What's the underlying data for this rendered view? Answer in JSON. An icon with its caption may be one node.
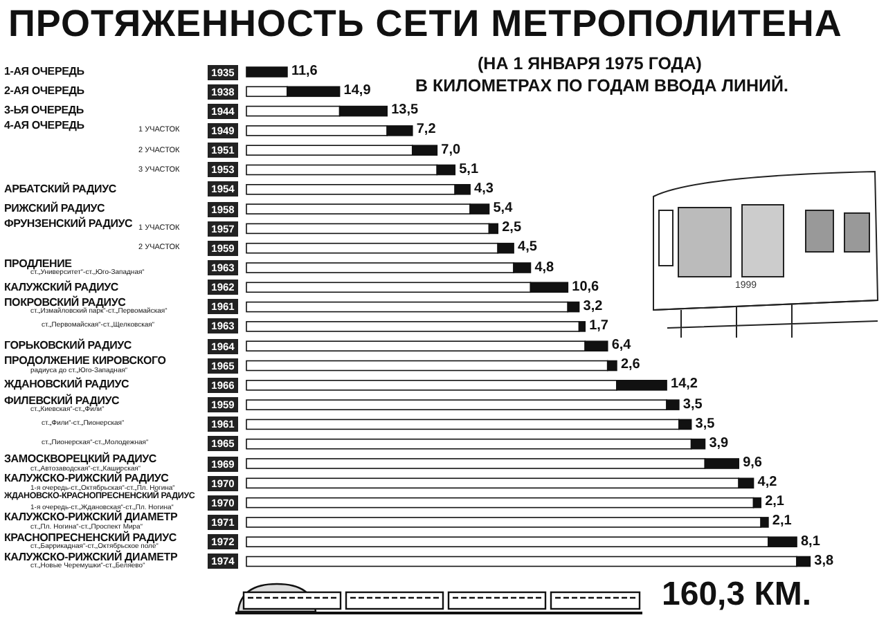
{
  "diagram": {
    "title": "ПРОТЯЖЕННОСТЬ СЕТИ МЕТРОПОЛИТЕНА",
    "labels": [
      "(НА 1 ЯНВАРЯ 1975 ГОДА)",
      "В КИЛОМЕТРАХ ПО ГОДАМ ВВОДА ЛИНИЙ.",
      "1-АЯ ОЧЕРЕДЬ",
      "2-АЯ ОЧЕРЕДЬ",
      "3-ЬЯ ОЧЕРЕДЬ",
      "4-АЯ ОЧЕРЕДЬ",
      "1 УЧАСТОК",
      "2 УЧАСТОК",
      "3 УЧАСТОК",
      "АРБАТСКИЙ РАДИУС",
      "РИЖСКИЙ РАДИУС",
      "ФРУНЗЕНСКИЙ РАДИУС",
      "1 УЧАСТОК",
      "2 УЧАСТОК",
      "ПРОДЛЕНИЕ",
      "ст.„Университет“-ст.„Юго-Западная“",
      "КАЛУЖСКИЙ РАДИУС",
      "ПОКРОВСКИЙ РАДИУС",
      "ст.„Измайловский парк“-ст.„Первомайская“",
      "ст.„Первомайская“-ст.„Щелковская“",
      "ГОРЬКОВСКИЙ РАДИУС",
      "ПРОДОЛЖЕНИЕ КИРОВСКОГО",
      "радиуса до ст.„Юго-Западная“",
      "ЖДАНОВСКИЙ РАДИУС",
      "ФИЛЕВСКИЙ РАДИУС",
      "ст.„Киевская“-ст.„Фили“",
      "ст.„Фили“-ст.„Пионерская“",
      "ст.„Пионерская“-ст.„Молодежная“",
      "ЗАМОСКВОРЕЦКИЙ РАДИУС",
      "ст.„Автозаводская“-ст.„Каширская“",
      "КАЛУЖСКО-РИЖСКИЙ РАДИУС",
      "1-я очередь-ст.„Октябрьская“-ст.„Пл. Ногина“",
      "ЖДАНОВСКО-КРАСНОПРЕСНЕНСКИЙ РАДИУС",
      "1-я очередь-ст.„Ждановская“-ст.„Пл. Ногина“",
      "КАЛУЖСКО-РИЖСКИЙ ДИАМЕТР",
      "ст.„Пл. Ногина“-ст.„Проспект Мира“",
      "КРАСНОПРЕСНЕНСКИЙ РАДИУС",
      "ст.„Баррикадная“-ст.„Октябрьское поле“",
      "КАЛУЖСКО-РИЖСКИЙ ДИАМЕТР",
      "ст.„Новые Черемушки“-ст.„Беляево“",
      "160,3 КМ.",
      "1999"
    ],
    "chart_data": {
      "type": "bar",
      "orientation": "horizontal",
      "stacked": true,
      "categories": [
        "1935",
        "1938",
        "1944",
        "1949",
        "1951",
        "1953",
        "1954",
        "1958",
        "1957",
        "1959",
        "1963",
        "1962",
        "1961",
        "1963",
        "1964",
        "1965",
        "1966",
        "1959",
        "1961",
        "1965",
        "1969",
        "1970",
        "1970",
        "1971",
        "1972",
        "1974"
      ],
      "series": [
        {
          "color": "#ffffff",
          "values": [
            0,
            11.6,
            26.5,
            40.0,
            47.2,
            54.2,
            59.3,
            63.6,
            69.0,
            71.5,
            76.0,
            80.8,
            91.4,
            94.6,
            96.3,
            102.7,
            105.3,
            119.5,
            123.0,
            126.5,
            130.4,
            140.0,
            144.2,
            146.3,
            148.4,
            156.5
          ]
        },
        {
          "color": "#111111",
          "values": [
            11.6,
            14.9,
            13.5,
            7.2,
            7.0,
            5.1,
            4.3,
            5.4,
            2.5,
            4.5,
            4.8,
            10.6,
            3.2,
            1.7,
            6.4,
            2.6,
            14.2,
            3.5,
            3.5,
            3.9,
            9.6,
            4.2,
            2.1,
            2.1,
            8.1,
            3.8
          ],
          "value_labels": [
            "11,6",
            "14,9",
            "13,5",
            "7,2",
            "7,0",
            "5,1",
            "4,3",
            "5,4",
            "2,5",
            "4,5",
            "4,8",
            "10,6",
            "3,2",
            "1,7",
            "6,4",
            "2,6",
            "14,2",
            "3,5",
            "3,5",
            "3,9",
            "9,6",
            "4,2",
            "2,1",
            "2,1",
            "8,1",
            "3,8"
          ]
        }
      ]
    }
  }
}
